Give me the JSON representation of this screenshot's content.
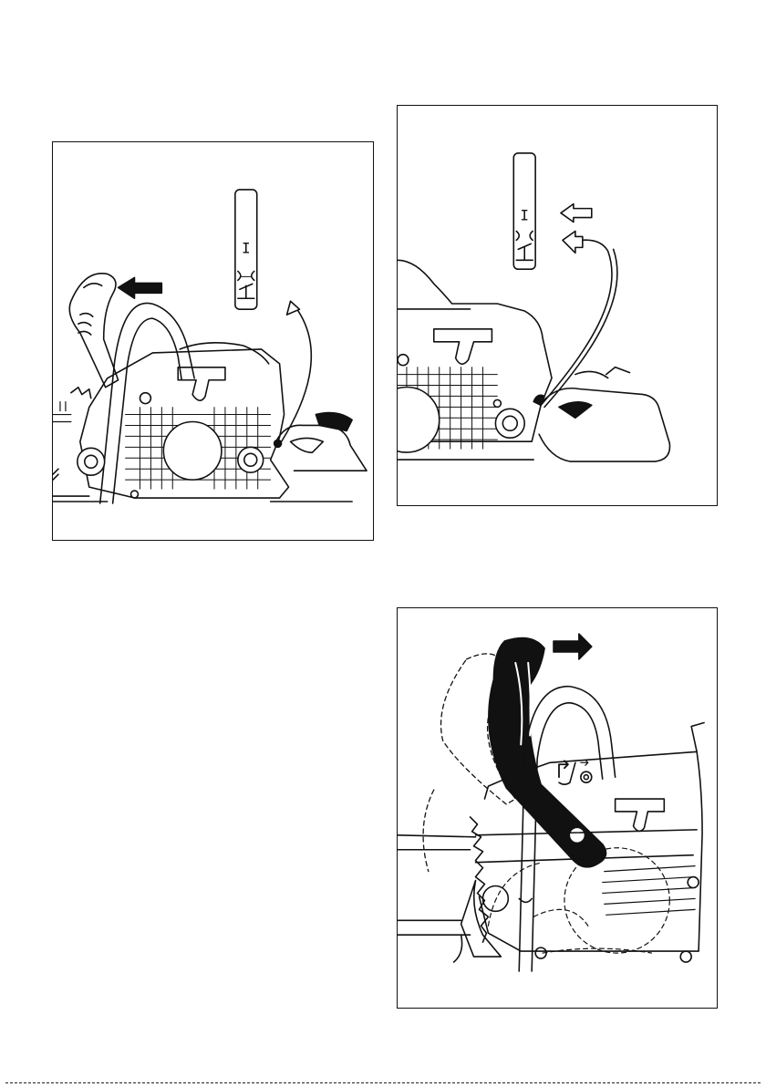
{
  "figures": [
    {
      "id": "fig-top-left",
      "caption": "",
      "selector_marks": [
        "I",
        "⟩⟨",
        "⊥"
      ]
    },
    {
      "id": "fig-top-right",
      "caption": "",
      "selector_marks": [
        "I",
        "⟩⟨",
        "⊥"
      ]
    },
    {
      "id": "fig-bottom-right",
      "caption": "",
      "brake_symbols": [
        "⮌",
        "\\",
        "◎"
      ]
    }
  ],
  "colors": {
    "ink": "#111111",
    "paper": "#ffffff"
  },
  "icons": {
    "pull_arrow": "solid-arrow-left",
    "push_arrow": "solid-arrow-right",
    "hollow_arrow": "hollow-arrow-left",
    "curved_arrow": "curved-arrow"
  }
}
